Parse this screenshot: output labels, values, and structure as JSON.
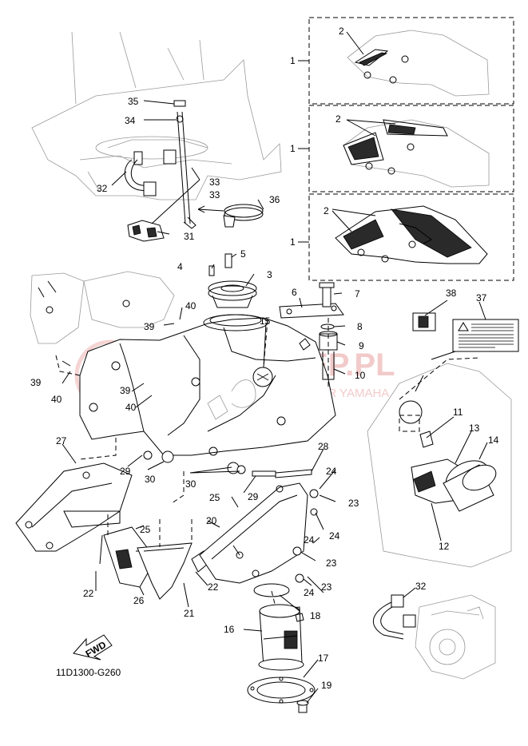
{
  "diagram_code": "11D1300-G260",
  "direction_label": "FWD",
  "watermark": {
    "title": "YAMASKLEP.PL",
    "subtitle": "AUTORYZOWANY DEALER YAMAHA"
  },
  "callouts": {
    "c1a": "1",
    "c1b": "1",
    "c1c": "1",
    "c2a": "2",
    "c2b": "2",
    "c2c": "2",
    "c3": "3",
    "c4": "4",
    "c5": "5",
    "c6": "6",
    "c7": "7",
    "c8": "8",
    "c9": "9",
    "c10": "10",
    "c11": "11",
    "c12": "12",
    "c13": "13",
    "c14": "14",
    "c15": "15",
    "c16": "16",
    "c17": "17",
    "c18": "18",
    "c19": "19",
    "c20": "20",
    "c21": "21",
    "c22a": "22",
    "c22b": "22",
    "c23a": "23",
    "c23b": "23",
    "c23c": "23",
    "c24a": "24",
    "c24b": "24",
    "c24c": "24",
    "c24d": "24",
    "c25a": "25",
    "c25b": "25",
    "c26": "26",
    "c27": "27",
    "c28": "28",
    "c29a": "29",
    "c29b": "29",
    "c30a": "30",
    "c30b": "30",
    "c31": "31",
    "c32a": "32",
    "c32b": "32",
    "c33a": "33",
    "c33b": "33",
    "c34": "34",
    "c35": "35",
    "c36": "36",
    "c37": "37",
    "c38": "38",
    "c39a": "39",
    "c39b": "39",
    "c39c": "39",
    "c40a": "40",
    "c40b": "40",
    "c40c": "40"
  }
}
